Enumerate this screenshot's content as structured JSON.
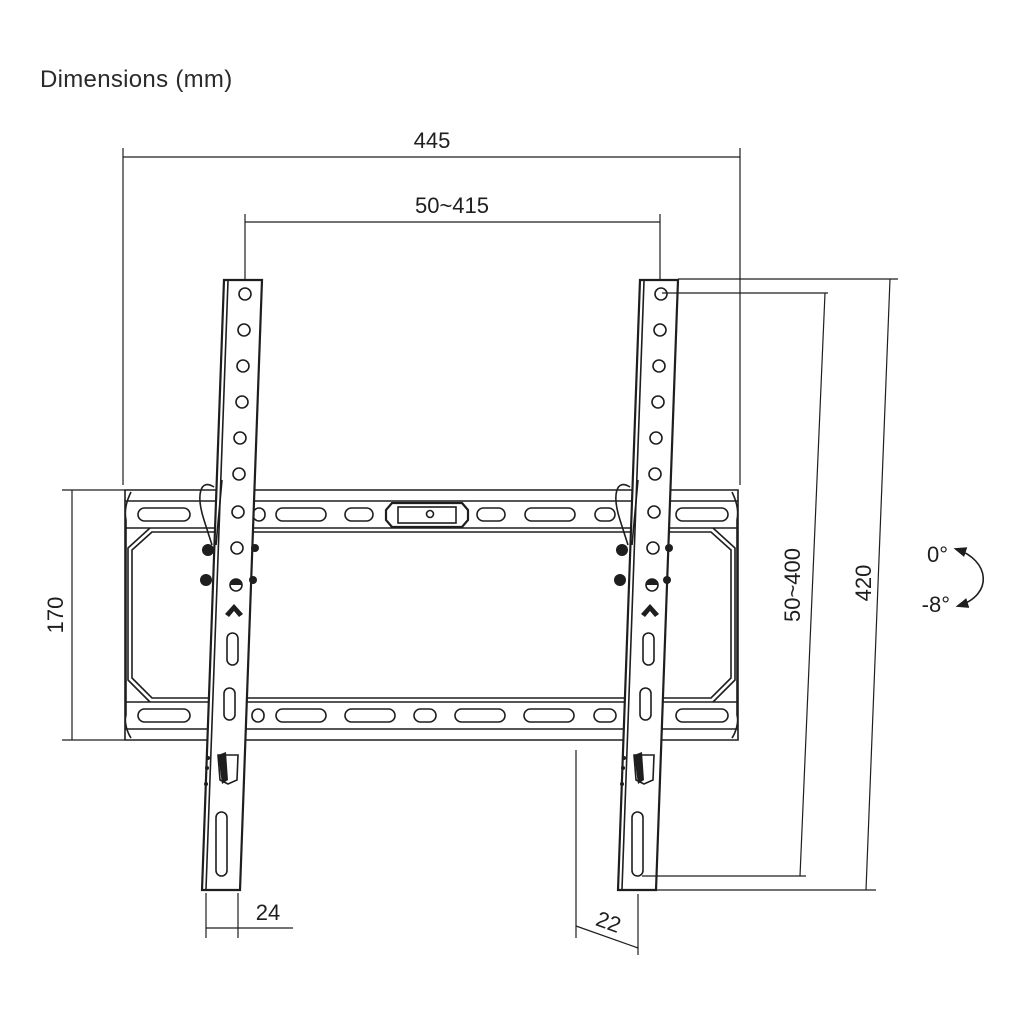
{
  "title": "Dimensions (mm)",
  "dimensions": {
    "overall_width": "445",
    "vesa_horizontal": "50~415",
    "vesa_vertical": "50~400",
    "overall_height": "420",
    "plate_height": "170",
    "arm_width": "24",
    "wall_depth": "22"
  },
  "tilt": {
    "max": "0°",
    "min": "-8°"
  },
  "colors": {
    "line": "#1e1e1e",
    "background": "#ffffff"
  }
}
